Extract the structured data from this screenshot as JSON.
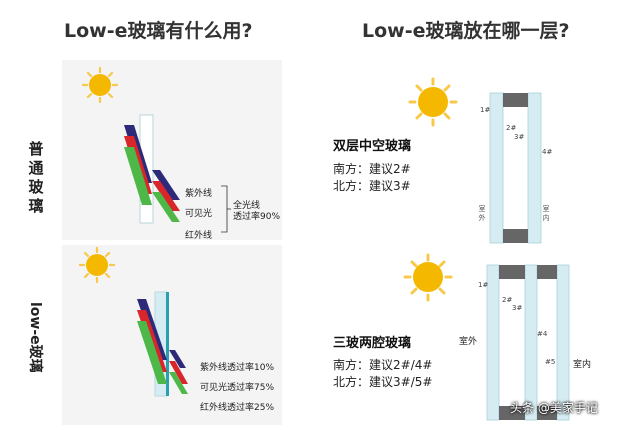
{
  "left_title": "Low-e玻璃有什么用?",
  "right_title": "Low-e玻璃放在哪一层?",
  "ordinary_glass_label": "普通玻璃",
  "lowe_glass_label": "low-e玻璃",
  "ordinary": {
    "uv": "紫外线",
    "visible": "可见光",
    "ir": "红外线",
    "full_spectrum": "全光线",
    "transmittance": "透过率90%"
  },
  "lowe": {
    "uv": "紫外线透过率10%",
    "visible": "可见光透过率75%",
    "ir": "红外线透过率25%"
  },
  "double_glass": {
    "title": "双层中空玻璃",
    "south": "南方：建议2#",
    "north": "北方：建议3#",
    "s1": "1#",
    "s2": "2#",
    "s3": "3#",
    "s4": "4#",
    "outdoor": "室外",
    "indoor": "室内"
  },
  "triple_glass": {
    "title": "三玻两腔玻璃",
    "south": "南方：建议2#/4#",
    "north": "北方：建议3#/5#",
    "s1": "1#",
    "s2": "2#",
    "s3": "3#",
    "s4": "#4",
    "s5": "#5",
    "outdoor": "室外",
    "indoor": "室内"
  },
  "watermark": "头条 @美家手记",
  "colors": {
    "sun": "#f5b800",
    "sun_rays": "#f7c84a",
    "uv_band": "#2e2a7a",
    "red_band": "#d8262b",
    "green_band": "#4db848",
    "glass": "#d5ecf2",
    "spacer": "#666666",
    "lowe_coating": "#2a9fb0"
  }
}
